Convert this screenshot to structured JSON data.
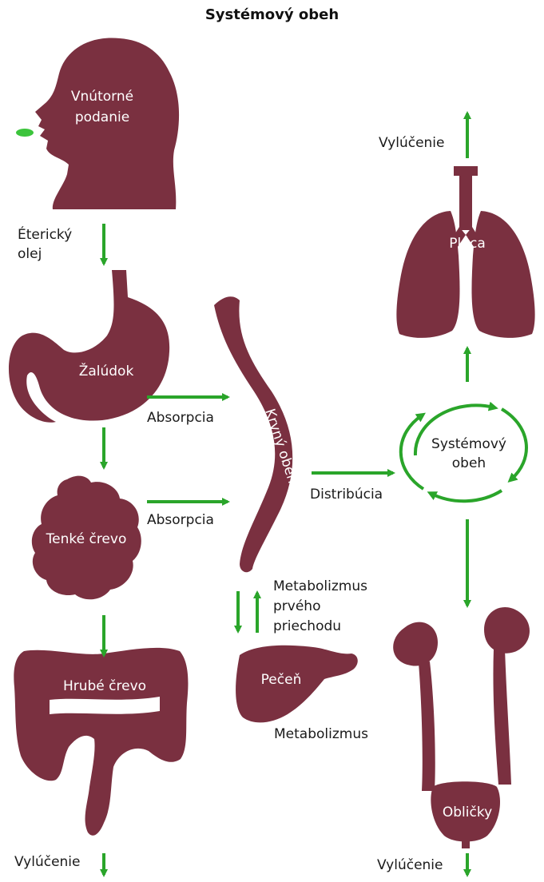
{
  "title": "Systémový obeh",
  "colors": {
    "organ": "#7a3040",
    "arrow": "#2aa52a",
    "text": "#1a1a1a"
  },
  "labels": {
    "oral": "Vnútorné podanie",
    "oil": "Éterický olej",
    "stomach": "Žalúdok",
    "absorption1": "Absorpcia",
    "small_intestine": "Tenké črevo",
    "absorption2": "Absorpcia",
    "large_intestine": "Hrubé črevo",
    "excretion_left": "Vylúčenie",
    "blood": "Krvný obeh",
    "first_pass": "Metabolizmus prvého priechodu",
    "liver": "Pečeň",
    "metabolism": "Metabolizmus",
    "distribution": "Distribúcia",
    "circulation": "Systémový obeh",
    "lungs": "Plúca",
    "excretion_top": "Vylúčenie",
    "kidneys": "Obličky",
    "excretion_right": "Vylúčenie"
  },
  "icons": [
    "head-profile-icon",
    "pill-icon",
    "stomach-icon",
    "small-intestine-icon",
    "large-intestine-icon",
    "blood-vessel-icon",
    "liver-icon",
    "lungs-icon",
    "circulation-cycle-icon",
    "kidneys-icon"
  ]
}
